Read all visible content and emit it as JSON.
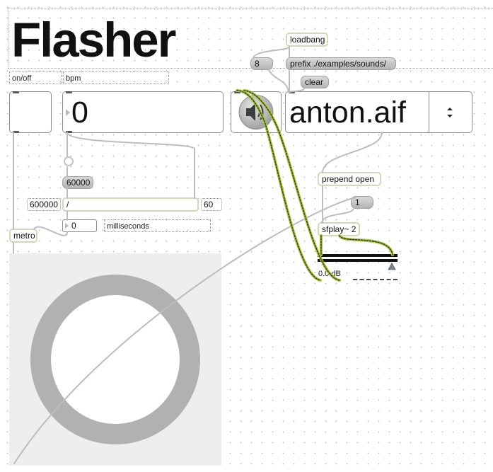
{
  "patch": {
    "title": "Flasher",
    "comments": {
      "on_off": "on/off",
      "bpm": "bpm",
      "milliseconds": "milliseconds"
    },
    "objects": {
      "loadbang": "loadbang",
      "prepend_open": "prepend open",
      "sfplay": "sfplay~ 2",
      "metro": "metro",
      "divide": "/"
    },
    "messages": {
      "eight": "8",
      "prefix": "prefix ./examples/sounds/",
      "clear": "clear",
      "sixty_thousand": "60000",
      "one": "1"
    },
    "number_boxes": {
      "bpm_value": "0",
      "numerator": "600000",
      "sixty": "60",
      "ms_value": "0"
    },
    "umenu": {
      "selected": "anton.aif"
    },
    "gain": {
      "readout": "0.0 dB"
    }
  },
  "colors": {
    "patch_cord": "#bdbdbd",
    "audio_cord_fill": "#a6c83a",
    "audio_cord_stripe": "#34401a",
    "object_border": "#cddcb4",
    "message_fill": "#c4c4c4",
    "ring": "#b1b1b1",
    "panel": "#eeeeee"
  },
  "icons": {
    "speaker": "speaker-icon",
    "bang": "bang-icon",
    "menu_arrows": "updown-arrows-icon"
  }
}
